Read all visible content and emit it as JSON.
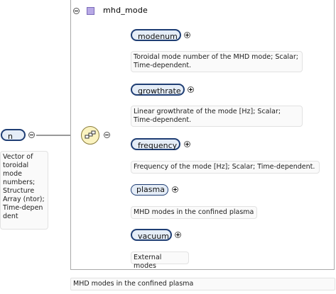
{
  "root": {
    "label": "n",
    "doc": "Vector of toroidal mode numbers; Structure Array (ntor); Time-dependent"
  },
  "root_doc_lines": [
    "Vector of",
    "toroidal",
    "mode",
    "numbers;",
    "Structure",
    "Array (ntor);",
    "Time-depen",
    "dent"
  ],
  "group": {
    "title": "mhd_mode",
    "footer_doc": "MHD modes in the confined plasma"
  },
  "children": [
    {
      "label": "modenum",
      "doc_lines": [
        "Toroidal mode number of the MHD mode; Scalar;",
        "Time-dependent."
      ]
    },
    {
      "label": "growthrate",
      "doc_lines": [
        "Linear growthrate of the mode [Hz]; Scalar;",
        "Time-dependent."
      ]
    },
    {
      "label": "frequency",
      "doc_lines": [
        "Frequency of the mode [Hz]; Scalar; Time-dependent."
      ]
    },
    {
      "label": "plasma",
      "doc_lines": [
        "MHD modes in the confined plasma"
      ]
    },
    {
      "label": "vacuum",
      "doc_lines": [
        "External modes"
      ]
    }
  ],
  "colors": {
    "pill_border": "#1f3e74",
    "pill_fill": "#e5edf7",
    "class_icon": "#b8a9e6",
    "sequence_icon": "#fbf3c0"
  }
}
